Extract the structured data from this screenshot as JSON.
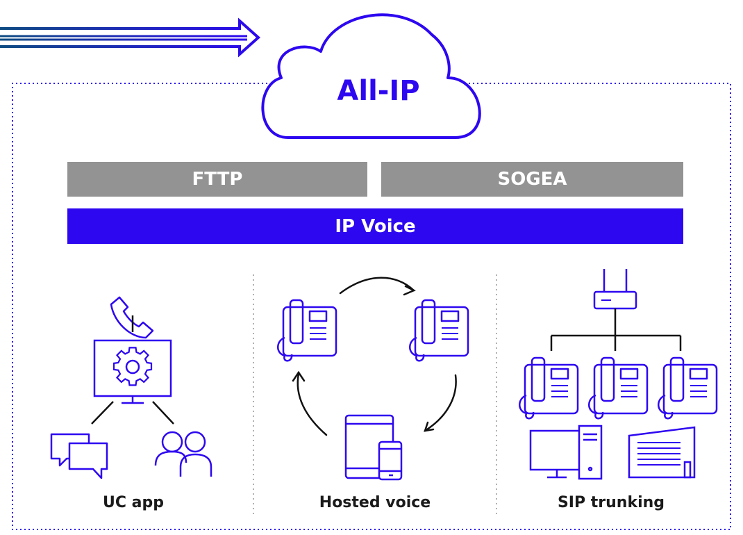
{
  "cloud": {
    "label": "All-IP"
  },
  "access_bars": {
    "fttp": "FTTP",
    "sogea": "SOGEA"
  },
  "voice_bar": {
    "label": "IP Voice"
  },
  "columns": {
    "uc_app": "UC app",
    "hosted_voice": "Hosted voice",
    "sip_trunking": "SIP trunking"
  },
  "colors": {
    "brand_blue": "#2d07f0",
    "bar_grey": "#939393",
    "arrow_gradient_start": "#0f4c81",
    "arrow_gradient_end": "#2d07f0"
  }
}
